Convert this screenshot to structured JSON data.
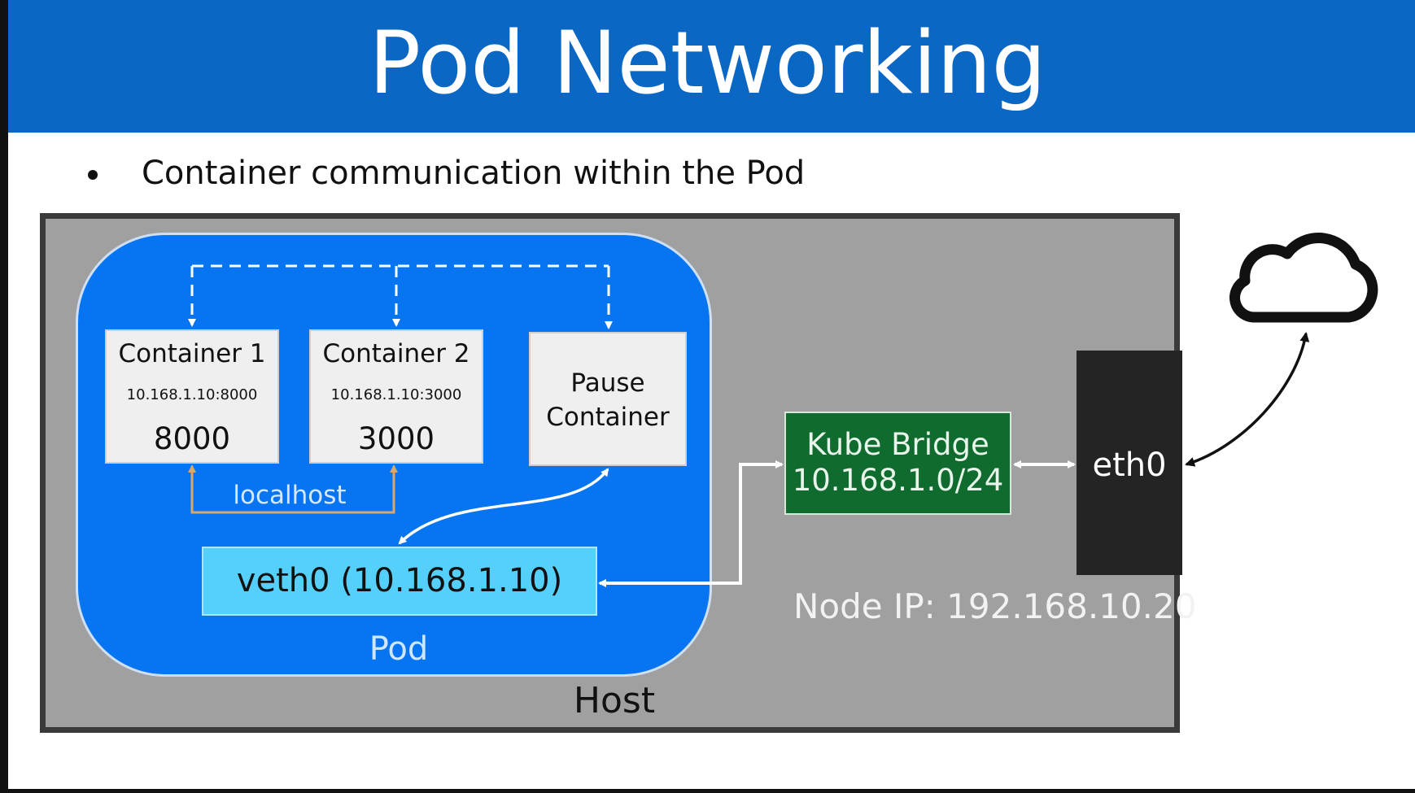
{
  "title": "Pod Networking",
  "bullet": "Container communication within the Pod",
  "containers": [
    {
      "name": "Container 1",
      "address": "10.168.1.10:8000",
      "port": "8000"
    },
    {
      "name": "Container 2",
      "address": "10.168.1.10:3000",
      "port": "3000"
    }
  ],
  "pause": {
    "line1": "Pause",
    "line2": "Container"
  },
  "localhost_label": "localhost",
  "veth_label": "veth0 (10.168.1.10)",
  "pod_label": "Pod",
  "host_label": "Host",
  "bridge": {
    "line1": "Kube Bridge",
    "line2": "10.168.1.0/24"
  },
  "eth0_label": "eth0",
  "node_ip": "Node IP: 192.168.10.20",
  "colors": {
    "title_bar": "#0a67c4",
    "host": "#a0a0a0",
    "pod": "#0774f2",
    "veth": "#54d0fa",
    "bridge": "#0f6b2e",
    "eth0": "#242424",
    "localhost_link": "#d9a86c"
  }
}
